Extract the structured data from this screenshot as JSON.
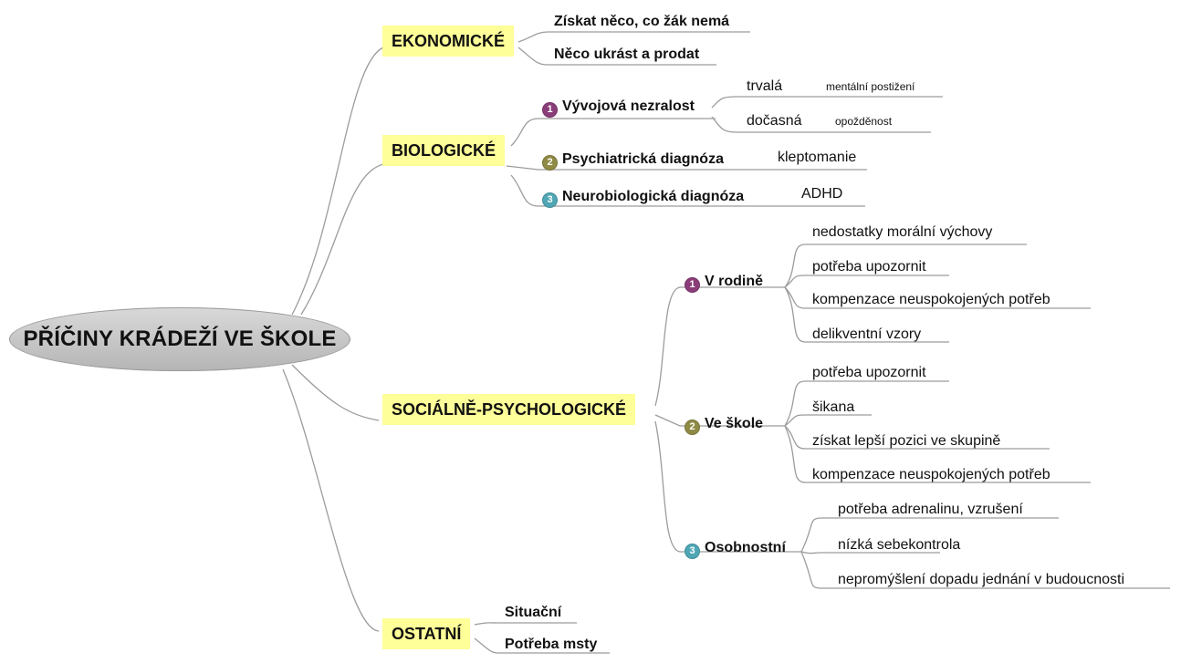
{
  "root": {
    "title": "PŘÍČINY KRÁDEŽÍ VE ŠKOLE"
  },
  "colors": {
    "category_bg": "#ffff99",
    "badge_1": "#8a3d78",
    "badge_2": "#8f8a44",
    "badge_3": "#4fa6b4"
  },
  "ekonomicke": {
    "title": "EKONOMICKÉ",
    "items": [
      "Získat něco, co žák nemá",
      "Něco ukrást a prodat"
    ]
  },
  "biologicke": {
    "title": "BIOLOGICKÉ",
    "vyvojova": {
      "badge": "1",
      "label": "Vývojová nezralost",
      "trvala": "trvalá",
      "trvala_detail": "mentální postižení",
      "docasna": "dočasná",
      "docasna_detail": "opožděnost"
    },
    "psychiatricka": {
      "badge": "2",
      "label": "Psychiatrická diagnóza",
      "detail": "kleptomanie"
    },
    "neuro": {
      "badge": "3",
      "label": "Neurobiologická diagnóza",
      "detail": "ADHD"
    }
  },
  "socialni": {
    "title": "SOCIÁLNĚ-PSYCHOLOGICKÉ",
    "rodina": {
      "badge": "1",
      "label": "V rodině",
      "items": [
        "nedostatky morální výchovy",
        "potřeba upozornit",
        "kompenzace neuspokojených potřeb",
        "delikventní vzory"
      ]
    },
    "skola": {
      "badge": "2",
      "label": "Ve škole",
      "items": [
        "potřeba upozornit",
        "šikana",
        "získat lepší pozici ve skupině",
        "kompenzace neuspokojených potřeb"
      ]
    },
    "osobnost": {
      "badge": "3",
      "label": "Osobnostní",
      "items": [
        "potřeba adrenalinu, vzrušení",
        "nízká sebekontrola",
        "nepromýšlení dopadu jednání v budoucnosti"
      ]
    }
  },
  "ostatni": {
    "title": "OSTATNÍ",
    "items": [
      "Situační",
      "Potřeba msty"
    ]
  }
}
